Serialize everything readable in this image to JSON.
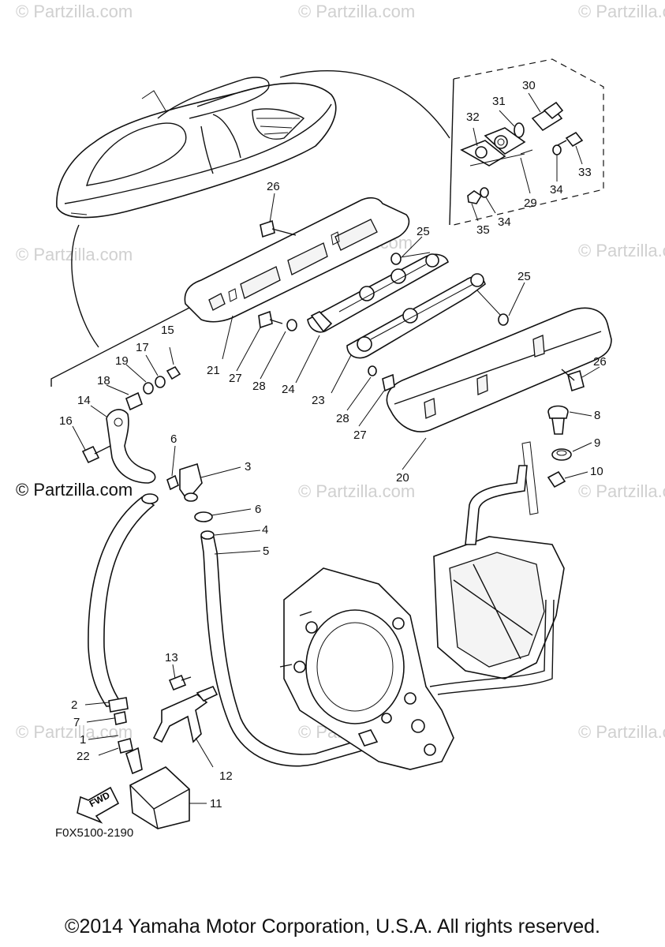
{
  "diagram_code": "F0X5100-2190",
  "copyright": "©2014 Yamaha Motor Corporation, U.S.A. All rights reserved.",
  "watermark": "© Partzilla.com",
  "brand_watermark": "© Partzilla.com",
  "fwd_arrow_text": "FWD",
  "callouts": [
    "1",
    "2",
    "3",
    "4",
    "5",
    "6",
    "6",
    "7",
    "8",
    "9",
    "10",
    "11",
    "12",
    "13",
    "14",
    "15",
    "16",
    "17",
    "18",
    "19",
    "20",
    "21",
    "22",
    "23",
    "24",
    "25",
    "25",
    "26",
    "26",
    "27",
    "27",
    "28",
    "28",
    "29",
    "30",
    "31",
    "32",
    "33",
    "34",
    "34",
    "35"
  ]
}
